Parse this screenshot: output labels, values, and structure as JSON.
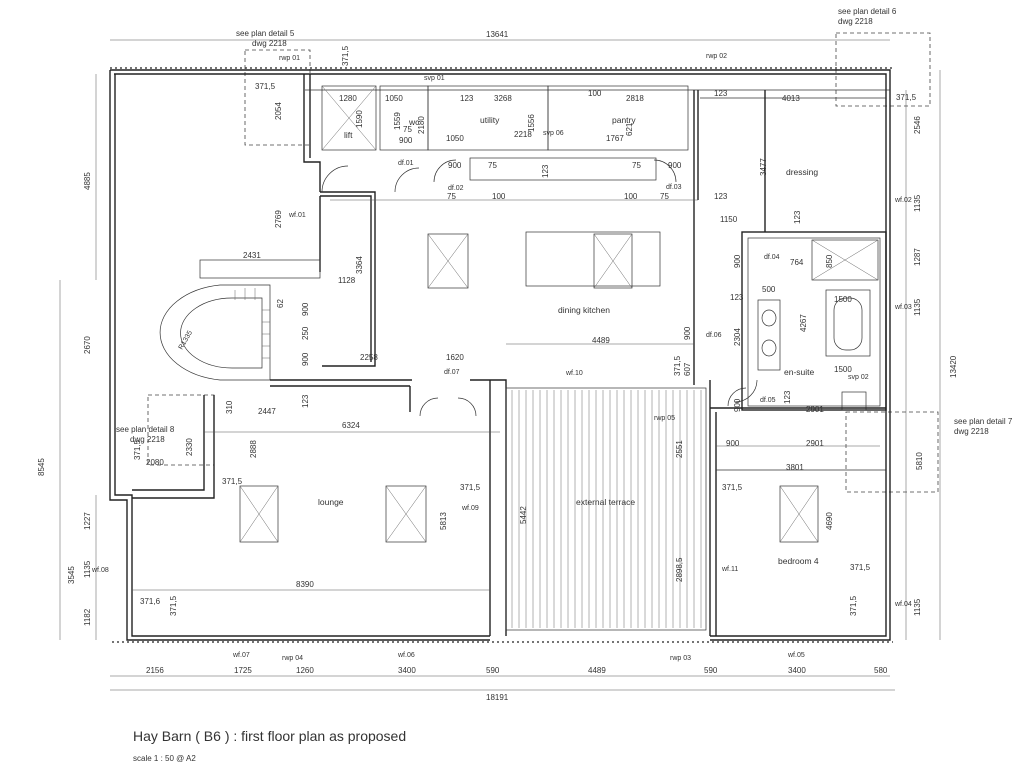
{
  "drawing": {
    "title": "Hay Barn ( B6 ) : first floor plan as proposed",
    "scale": "scale 1 : 50 @ A2"
  },
  "rooms": {
    "lift": "lift",
    "wc": "wc",
    "utility": "utility",
    "pantry": "pantry",
    "dressing": "dressing",
    "dining_kitchen": "dining kitchen",
    "en_suite": "en-suite",
    "lounge": "lounge",
    "external_terrace": "external terrace",
    "bedroom_4": "bedroom 4"
  },
  "notes": {
    "detail5_a": "see plan detail 5",
    "detail5_b": "dwg 2218",
    "detail6_a": "see plan detail 6",
    "detail6_b": "dwg 2218",
    "detail7_a": "see plan detail 7",
    "detail7_b": "dwg 2218",
    "detail8_a": "see plan detail 8",
    "detail8_b": "dwg 2218"
  },
  "tags": {
    "rwp01": "rwp 01",
    "rwp02": "rwp 02",
    "rwp03": "rwp 03",
    "rwp04": "rwp 04",
    "rwp05": "rwp 05",
    "svp01": "svp 01",
    "svp06": "svp 06",
    "svp02": "svp 02",
    "df01": "df.01",
    "df02": "df.02",
    "df03": "df.03",
    "df04": "df.04",
    "df05": "df.05",
    "df06": "df.06",
    "df07": "df.07",
    "wf01": "wf.01",
    "wf02": "wf.02",
    "wf03": "wf.03",
    "wf04": "wf.04",
    "wf05": "wf.05",
    "wf06": "wf.06",
    "wf07": "wf.07",
    "wf08": "wf.08",
    "wf09": "wf.09",
    "wf10": "wf.10",
    "wf11": "wf.11",
    "r1335": "R1335"
  },
  "dimensions": {
    "d13641": "13641",
    "d18191": "18191",
    "b2156": "2156",
    "b1725": "1725",
    "b1260": "1260",
    "b3400a": "3400",
    "b590a": "590",
    "b4489": "4489",
    "b590b": "590",
    "b3400b": "3400",
    "b580": "580",
    "l4885": "4885",
    "l2670": "2670",
    "l8545": "8545",
    "l3545": "3545",
    "l1227": "1227",
    "l1135": "1135",
    "l1182": "1182",
    "l2054": "2054",
    "l2769": "2769",
    "r2546": "2546",
    "r1135a": "1135",
    "r1287": "1287",
    "r1135b": "1135",
    "r13420": "13420",
    "r1135c": "1135",
    "d371_5a": "371,5",
    "d371_5b": "371,5",
    "d371_5c": "371,5",
    "d371_5d": "371,5",
    "d371_5e": "371,5",
    "d371_5f": "371,5",
    "d371_5g": "371,5",
    "d371_5h": "371,5",
    "d371_5i": "371,5",
    "d371_5j": "371,5",
    "d371_5k": "371,5",
    "d371_6": "371,6",
    "d1280": "1280",
    "d1590": "1590",
    "d1050a": "1050",
    "d1559": "1559",
    "d75a": "75",
    "d900a": "900",
    "d123a": "123",
    "d3268": "3268",
    "d100a": "100",
    "d2818": "2818",
    "d123b": "123",
    "d4013": "4013",
    "d2180": "2180",
    "d1556": "1556",
    "d2218": "2218",
    "d1050b": "1050",
    "d1767": "1767",
    "d621": "621",
    "d900b": "900",
    "d75b": "75",
    "d123c": "123",
    "d75c": "75",
    "d900c": "900",
    "d3477": "3477",
    "d75d": "75",
    "d100b": "100",
    "d100c": "100",
    "d75e": "75",
    "d123d": "123",
    "d1150": "1150",
    "d123e": "123",
    "d3364": "3364",
    "d2431": "2431",
    "d1128": "1128",
    "d62": "62",
    "d900d": "900",
    "d250": "250",
    "d900e": "900",
    "d764": "764",
    "d850": "850",
    "d900f": "900",
    "d500": "500",
    "d1500a": "1500",
    "d123f": "123",
    "d2304": "2304",
    "d4267": "4267",
    "d1500b": "1500",
    "d900g": "900",
    "d4489": "4489",
    "d607": "607",
    "d2258": "2258",
    "d1620": "1620",
    "d123g": "123",
    "d310": "310",
    "d2447": "2447",
    "d6324": "6324",
    "d900h": "900",
    "d123h": "123",
    "d2901a": "2901",
    "d900i": "900",
    "d2901b": "2901",
    "d2551": "2551",
    "d2330": "2330",
    "d2080": "2080",
    "d2888": "2888",
    "d3801": "3801",
    "d5810": "5810",
    "d5813": "5813",
    "d5442": "5442",
    "d4690": "4690",
    "d8390": "8390",
    "d2898_5": "2898,5"
  }
}
